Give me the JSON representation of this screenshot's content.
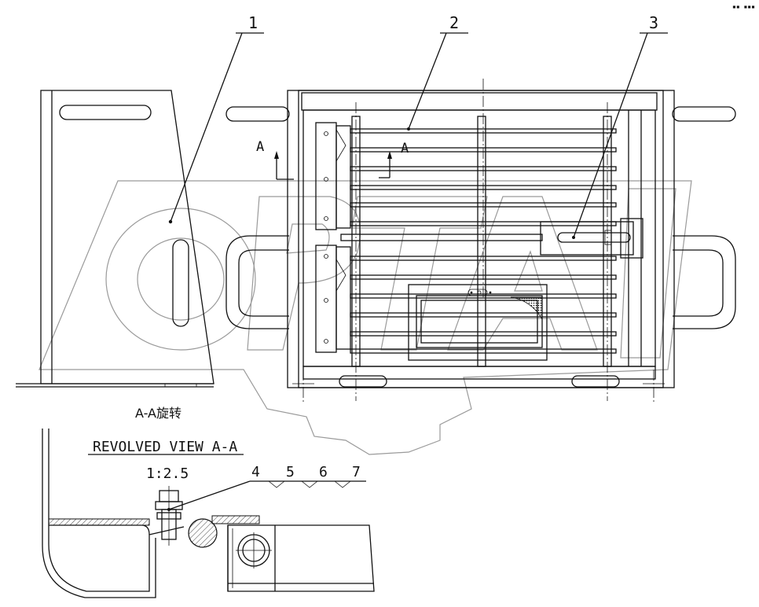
{
  "part_numbers": [
    "1",
    "2",
    "3",
    "4",
    "5",
    "6",
    "7"
  ],
  "section_marker": "A",
  "view_caption_cn": "A-A旋转",
  "view_caption_en": "REVOLVED VIEW A-A",
  "scale": "1:2.5",
  "corner_mark": "▪▪ ▪▪▪",
  "watermark": "OPTA"
}
